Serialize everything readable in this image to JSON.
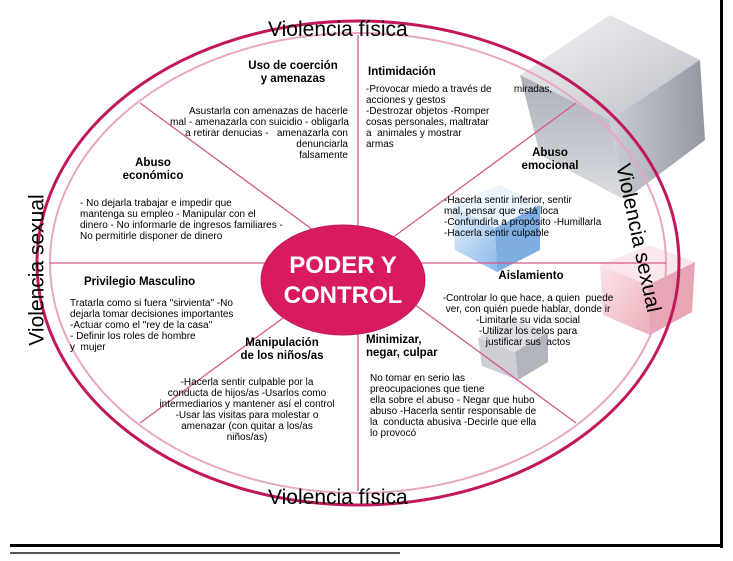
{
  "outer_labels": {
    "top": "Violencia física",
    "bottom": "Violencia física",
    "left": "Violencia sexual",
    "right": "Violencia sexual"
  },
  "center": {
    "line1": "PODER Y",
    "line2": "CONTROL"
  },
  "colors": {
    "rim": "#c2185b",
    "rim_light": "#e8a6c4",
    "center_fill": "#d81b60",
    "center_text": "#ffffff",
    "spoke": "#d25a8c"
  },
  "segments": {
    "coercion": {
      "title": "Uso de coerción\ny amenazas",
      "body": "Asustarla con amenazas de hacerle\nmal - amenazarla con suicidio - obligarla\na retirar denucias -   amenazarla con\ndenunciarla\nfalsamente"
    },
    "intimidacion": {
      "title": "Intimidación",
      "body": "-Provocar miedo a través de        miradas,\nacciones y gestos\n-Destrozar objetos -Romper\ncosas personales, maltratar\na  animales y mostrar\narmas"
    },
    "emocional": {
      "title": "Abuso\nemocional",
      "body": "-Hacerla sentir inferior, sentir\nmal, pensar que está loca\n-Confundirla a propósito -Humillarla\n-Hacerla sentir culpable"
    },
    "aislamiento": {
      "title": "Aislamiento",
      "body": "-Controlar lo que hace, a quien  puede\nver, con quién puede hablar, donde ir\n-Limitarle su vida social\n-Utilizar los celos para\njustificar sus  actos"
    },
    "minimizar": {
      "title": "Minimizar,\nnegar, culpar",
      "body": "No tomar en serio las\npreocupaciones que tiene\nella sobre el abuso - Negar que hubo\nabuso -Hacerla sentir responsable de\nla  conducta abusiva -Decirle que ella\nlo provocó"
    },
    "ninos": {
      "title": "Manipulación\nde los niños/as",
      "body": "-Hacerla sentir culpable por la\nconducta de hijos/as -Usarlos como\nintermediarios y mantener así el control\n-Usar las visitas para molestar o\namenazar (con quitar a los/as\nniños/as)"
    },
    "privilegio": {
      "title": "Privilegio Masculino",
      "body": "Tratarla como si fuera \"sirvienta\" -No\ndejarla tomar decisiones importantes\n-Actuar como el \"rey de la casa\"\n- Definir los roles de hombre\ny  mujer"
    },
    "economico": {
      "title": "Abuso\neconómico",
      "body": "- No dejarla trabajar e impedir que\nmantenga su empleo - Manipular con el\ndinero - No informarle de ingresos familiares -\nNo permitirle disponer de dinero"
    }
  }
}
